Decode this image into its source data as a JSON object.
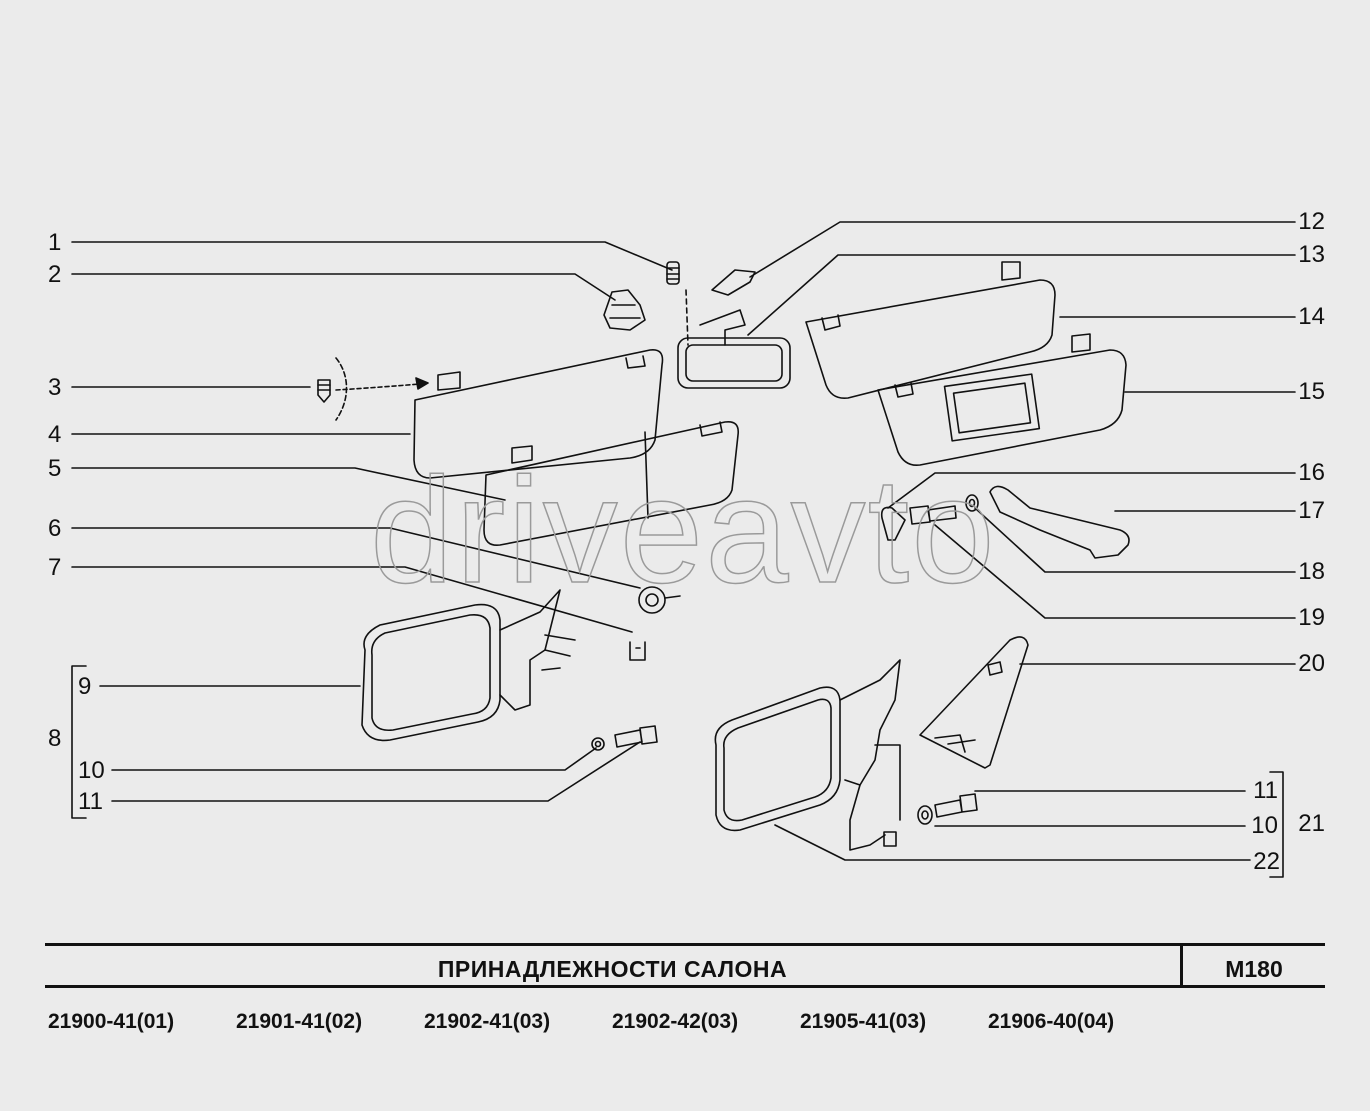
{
  "watermark": "driveavto",
  "callouts_left": [
    "1",
    "2",
    "3",
    "4",
    "5",
    "6",
    "7",
    "8",
    "9",
    "10",
    "11"
  ],
  "callouts_right": [
    "12",
    "13",
    "14",
    "15",
    "16",
    "17",
    "18",
    "19",
    "20",
    "11",
    "10",
    "21",
    "22"
  ],
  "footer": {
    "title": "ПРИНАДЛЕЖНОСТИ   САЛОНА",
    "code": "M180"
  },
  "models": [
    "21900-41(01)",
    "21901-41(02)",
    "21902-41(03)",
    "21902-42(03)",
    "21905-41(03)",
    "21906-40(04)"
  ]
}
